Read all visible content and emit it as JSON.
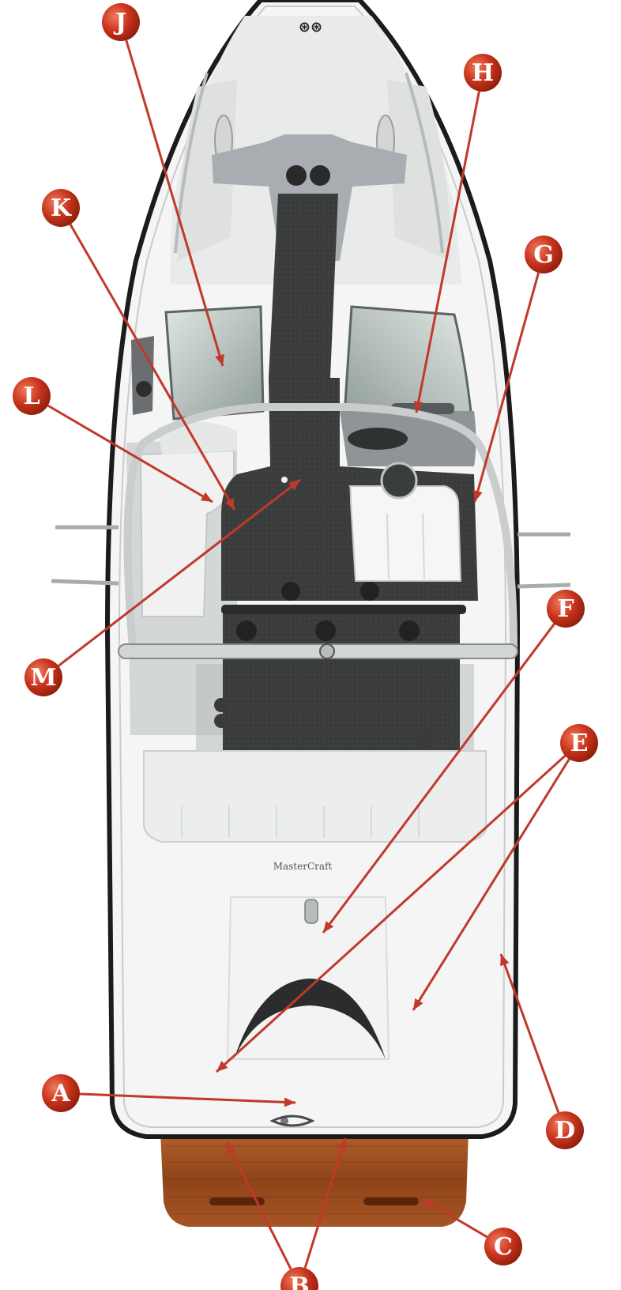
{
  "diagram": {
    "colors": {
      "callout_fill": "#c8331b",
      "leader_line": "#c0392b",
      "swim_platform": "#9a4a1f",
      "carpet": "#3a3d3c",
      "vinyl_gray": "#a9adb1",
      "hull_white": "#f4f5f4"
    },
    "emblem_text": "⊛⊛",
    "transom_badge_text": "MasterCraft",
    "callouts": [
      {
        "id": "J",
        "label": "J"
      },
      {
        "id": "H",
        "label": "H"
      },
      {
        "id": "K",
        "label": "K"
      },
      {
        "id": "G",
        "label": "G"
      },
      {
        "id": "L",
        "label": "L"
      },
      {
        "id": "M",
        "label": "M"
      },
      {
        "id": "F",
        "label": "F"
      },
      {
        "id": "E",
        "label": "E"
      },
      {
        "id": "A",
        "label": "A"
      },
      {
        "id": "D",
        "label": "D"
      },
      {
        "id": "C",
        "label": "C"
      },
      {
        "id": "B",
        "label": "B"
      }
    ]
  }
}
